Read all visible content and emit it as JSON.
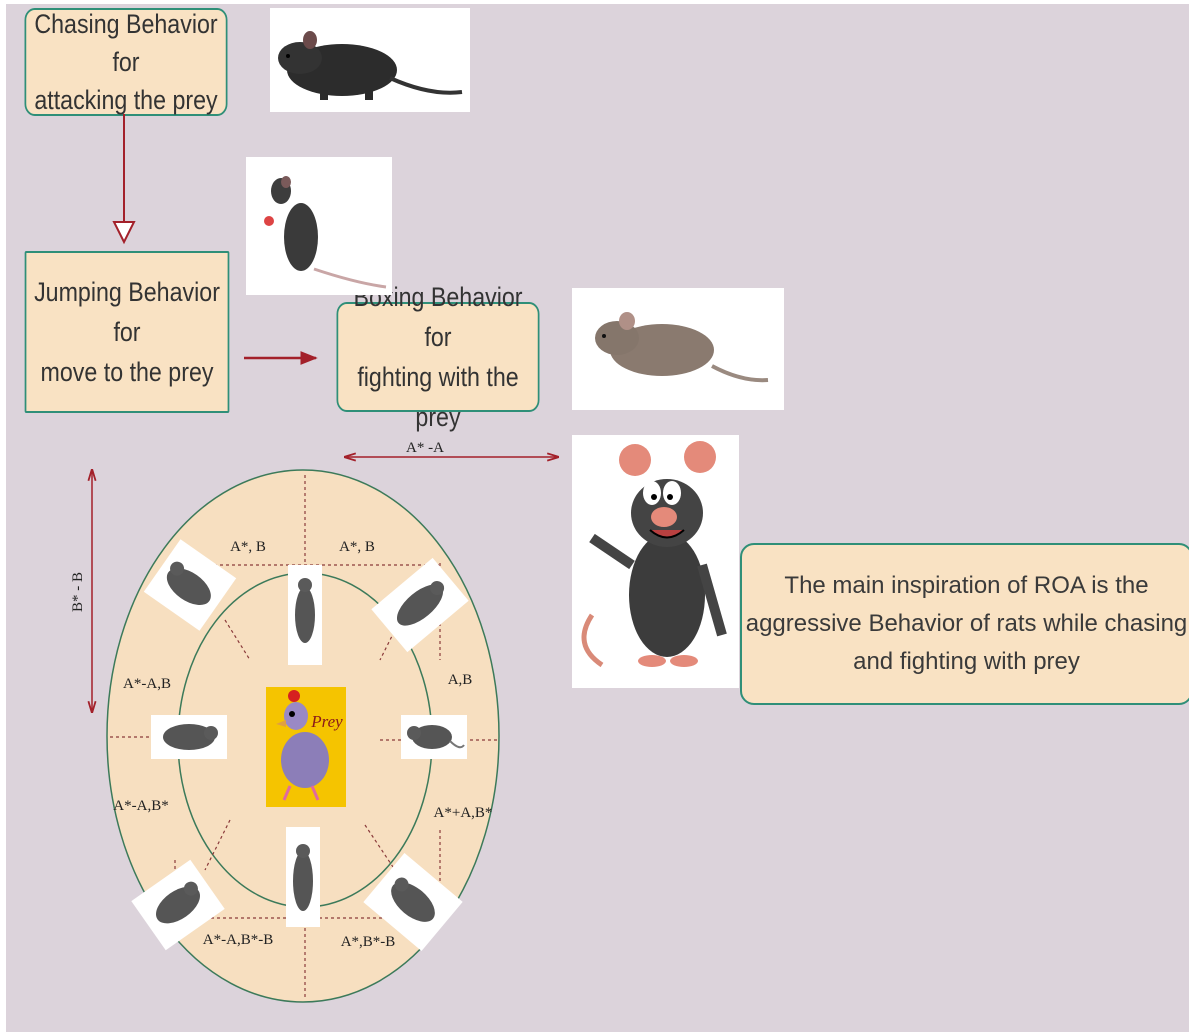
{
  "boxes": {
    "chase": [
      "Chasing Behavior for",
      "attacking the prey"
    ],
    "jump": [
      "Jumping Behavior for",
      "move to the prey"
    ],
    "boxing": [
      "Boxing Behavior for",
      "fighting with the prey"
    ],
    "main": [
      "The main inspiration of ROA is the",
      "aggressive Behavior of rats while chasing",
      "and fighting with prey"
    ]
  },
  "arrows": {
    "horizontal": "A* -A",
    "vertical": "B* - B"
  },
  "circle_labels": {
    "top_left": "A*, B",
    "top_right": "A*, B",
    "left_upper": "A*-A,B",
    "right_upper": "A,B",
    "left_lower": "A*-A,B*",
    "right_lower": "A*+A,B*",
    "bottom_left": "A*-A,B*-B",
    "bottom_right": "A*,B*-B"
  },
  "prey_label": "Prey",
  "icons": [
    "rat-photo-icon",
    "rat-cartoon-icon",
    "pigeon-prey-icon"
  ],
  "colors": {
    "background": "#dcd3db",
    "box_fill": "#f9e2c3",
    "box_border": "#2f8f78",
    "arrow": "#a3202a",
    "prey_bg": "#f5c400"
  }
}
